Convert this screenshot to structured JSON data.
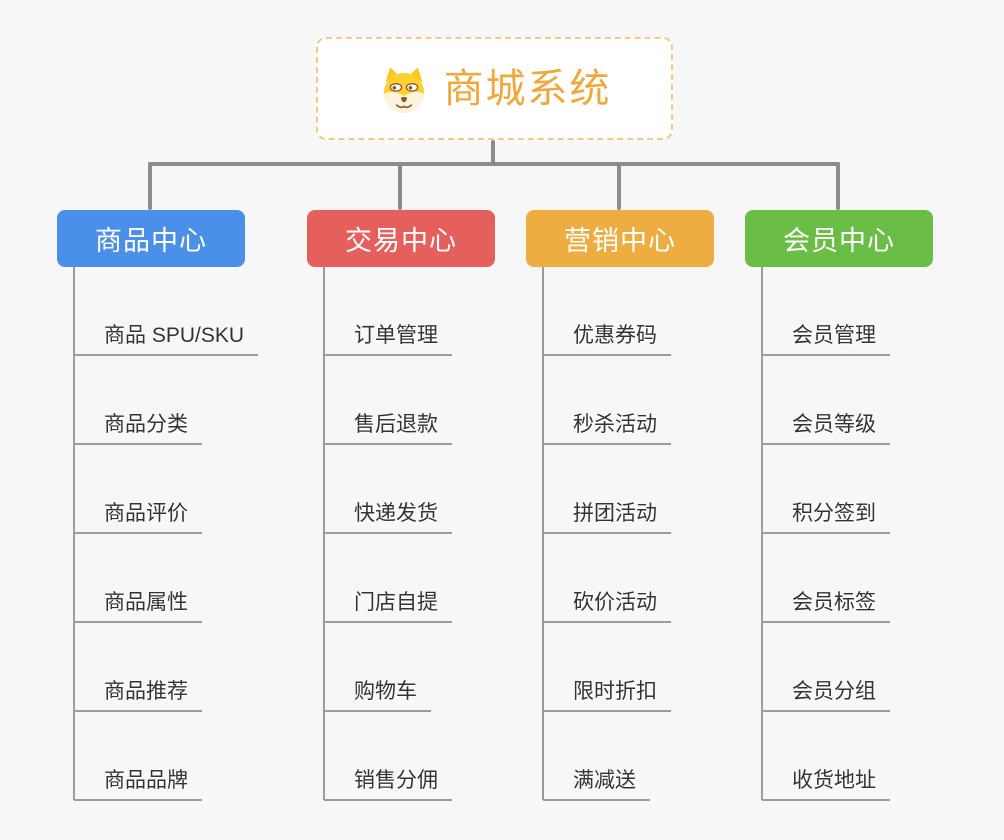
{
  "root": {
    "title": "商城系统",
    "icon": "doge-icon",
    "text_color": "#f0a83c",
    "border_color": "#f5c886"
  },
  "branches": [
    {
      "label": "商品中心",
      "color": "#4a90e8",
      "items": [
        "商品 SPU/SKU",
        "商品分类",
        "商品评价",
        "商品属性",
        "商品推荐",
        "商品品牌"
      ]
    },
    {
      "label": "交易中心",
      "color": "#e5605c",
      "items": [
        "订单管理",
        "售后退款",
        "快递发货",
        "门店自提",
        "购物车",
        "销售分佣"
      ]
    },
    {
      "label": "营销中心",
      "color": "#eead40",
      "items": [
        "优惠券码",
        "秒杀活动",
        "拼团活动",
        "砍价活动",
        "限时折扣",
        "满减送"
      ]
    },
    {
      "label": "会员中心",
      "color": "#6bbe45",
      "items": [
        "会员管理",
        "会员等级",
        "积分签到",
        "会员标签",
        "会员分组",
        "收货地址"
      ]
    }
  ],
  "colors": {
    "background": "#f7f7f7",
    "connector": "#8c8c8c",
    "leaf_line": "#9c9c9c",
    "leaf_text": "#333333"
  }
}
